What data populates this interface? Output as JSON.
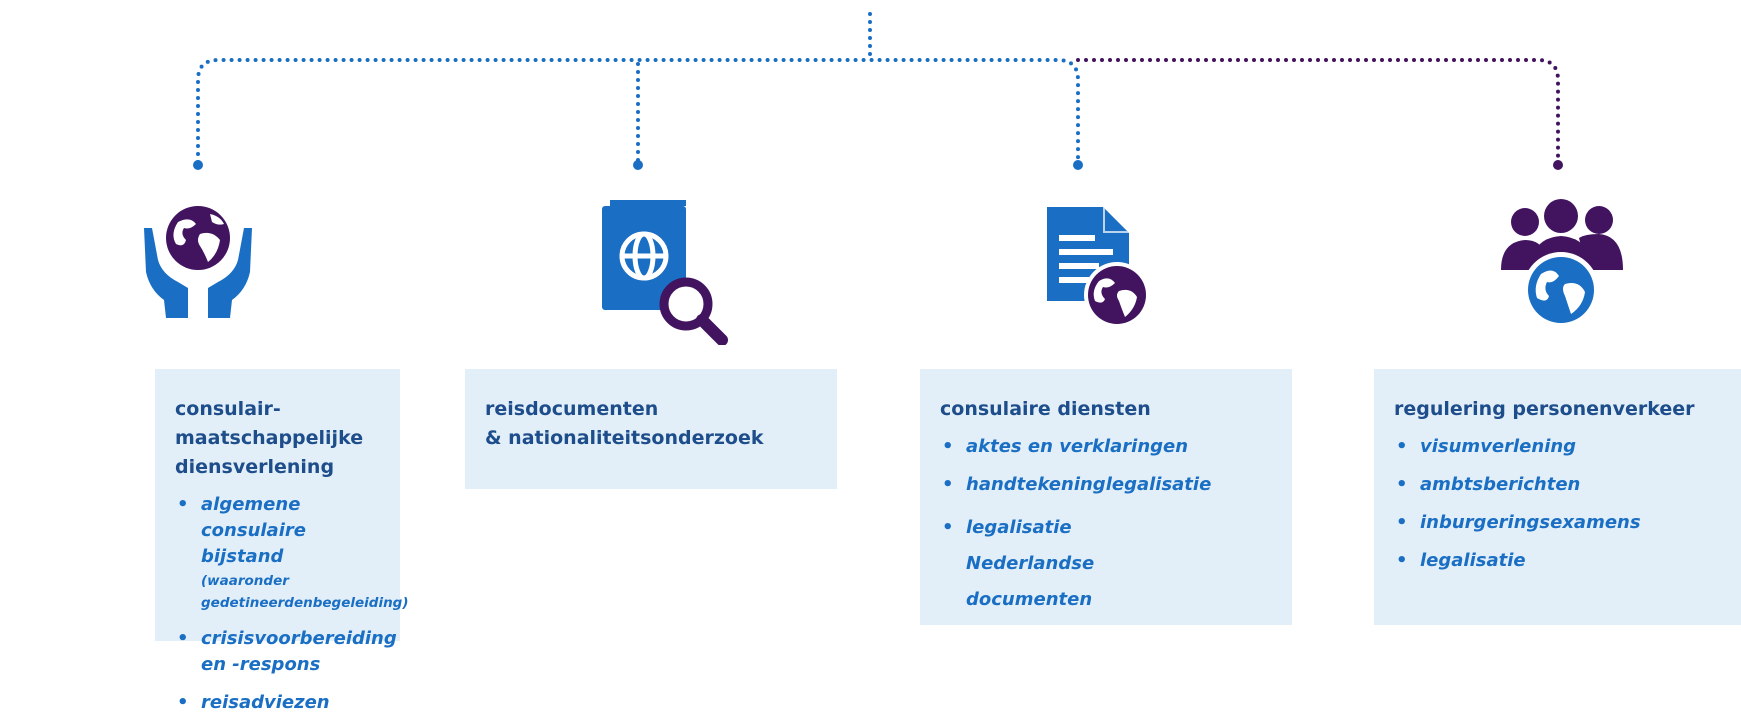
{
  "colors": {
    "blue": "#1a6fc4",
    "purple": "#42145f",
    "box_bg": "#e3eff8",
    "title_text": "#1d4d8a"
  },
  "icons": [
    {
      "name": "hands-globe-icon"
    },
    {
      "name": "passport-search-icon"
    },
    {
      "name": "document-globe-icon"
    },
    {
      "name": "people-globe-icon"
    }
  ],
  "boxes": [
    {
      "title_line1": "consulair-maatschappelijke",
      "title_line2": "diensverlening",
      "items": [
        {
          "label": "algemene consulaire bijstand",
          "sub": "(waaronder gedetineerdenbegeleiding)"
        },
        {
          "label": "crisisvoorbereiding en -respons"
        },
        {
          "label": "reisadviezen"
        }
      ]
    },
    {
      "title_line1": "reisdocumenten",
      "title_line2": "& nationaliteitsonderzoek",
      "items": []
    },
    {
      "title_line1": "consulaire diensten",
      "items": [
        {
          "label": "aktes en verklaringen"
        },
        {
          "label": "handtekeninglegalisatie"
        },
        {
          "label": "legalisatie Nederlandse documenten"
        }
      ]
    },
    {
      "title_line1": "regulering personenverkeer",
      "items": [
        {
          "label": "visumverlening"
        },
        {
          "label": "ambtsberichten"
        },
        {
          "label": "inburgeringsexamens"
        },
        {
          "label": "legalisatie"
        }
      ]
    }
  ]
}
